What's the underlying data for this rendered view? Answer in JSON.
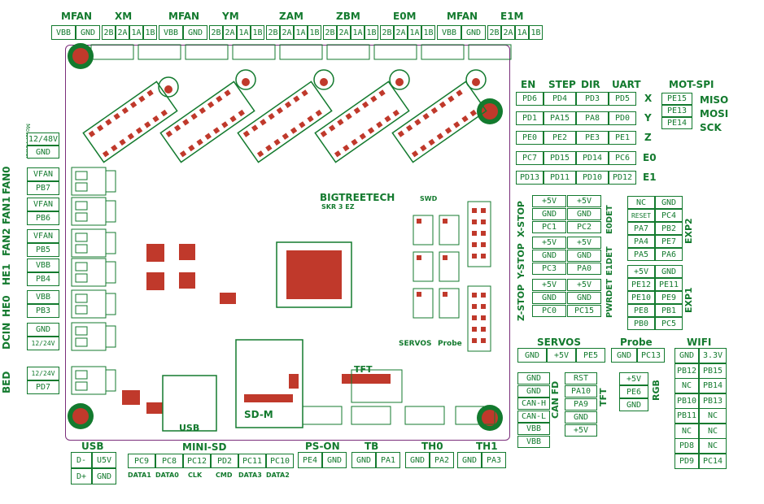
{
  "top_headers": [
    "MFAN",
    "XM",
    "MFAN",
    "YM",
    "ZAM",
    "ZBM",
    "E0M",
    "MFAN",
    "E1M"
  ],
  "top_pins": [
    [
      "VBB",
      "GND"
    ],
    [
      "2B",
      "2A",
      "1A",
      "1B"
    ],
    [
      "VBB",
      "GND"
    ],
    [
      "2B",
      "2A",
      "1A",
      "1B"
    ],
    [
      "2B",
      "2A",
      "1A",
      "1B"
    ],
    [
      "2B",
      "2A",
      "1A",
      "1B"
    ],
    [
      "2B",
      "2A",
      "1A",
      "1B"
    ],
    [
      "VBB",
      "GND"
    ],
    [
      "2B",
      "2A",
      "1A",
      "1B"
    ]
  ],
  "left_header_row": {
    "left_label": "Motor Power",
    "pins": [
      "12/48V",
      "GND"
    ]
  },
  "left_groups": [
    {
      "name": "FAN0",
      "pins": [
        "VFAN",
        "PB7"
      ]
    },
    {
      "name": "FAN1",
      "pins": [
        "VFAN",
        "PB6"
      ]
    },
    {
      "name": "FAN2",
      "pins": [
        "VFAN",
        "PB5"
      ]
    },
    {
      "name": "HE1",
      "pins": [
        "VBB",
        "PB4"
      ]
    },
    {
      "name": "HE0",
      "pins": [
        "VBB",
        "PB3"
      ]
    },
    {
      "name": "DCIN",
      "pins": [
        "GND",
        "12/24V"
      ]
    },
    {
      "name": "BED",
      "pins": [
        "12/24V",
        "PD7"
      ]
    }
  ],
  "driver_table": {
    "headers": [
      "EN",
      "STEP",
      "DIR",
      "UART"
    ],
    "rows": [
      {
        "axis": "X",
        "pins": [
          "PD6",
          "PD4",
          "PD3",
          "PD5"
        ]
      },
      {
        "axis": "Y",
        "pins": [
          "PD1",
          "PA15",
          "PA8",
          "PD0"
        ]
      },
      {
        "axis": "Z",
        "pins": [
          "PE0",
          "PE2",
          "PE3",
          "PE1"
        ]
      },
      {
        "axis": "E0",
        "pins": [
          "PC7",
          "PD15",
          "PD14",
          "PC6"
        ]
      },
      {
        "axis": "E1",
        "pins": [
          "PD13",
          "PD11",
          "PD10",
          "PD12"
        ]
      }
    ]
  },
  "mot_spi": {
    "title": "MOT-SPI",
    "pins": [
      "PE15",
      "PE13",
      "PE14"
    ],
    "labels": [
      "MISO",
      "MOSI",
      "SCK"
    ]
  },
  "endstops": [
    {
      "pins": [
        [
          "+5V",
          "+5V"
        ],
        [
          "GND",
          "GND"
        ],
        [
          "PC1",
          "PC2"
        ]
      ],
      "left_label": "X-STOP",
      "right_label": "E0DET"
    },
    {
      "pins": [
        [
          "+5V",
          "+5V"
        ],
        [
          "GND",
          "GND"
        ],
        [
          "PC3",
          "PA0"
        ]
      ],
      "left_label": "Y-STOP",
      "right_label": "E1DET"
    },
    {
      "pins": [
        [
          "+5V",
          "+5V"
        ],
        [
          "GND",
          "GND"
        ],
        [
          "PC0",
          "PC15"
        ]
      ],
      "left_label": "Z-STOP",
      "right_label": "PWRDET"
    }
  ],
  "exp2": {
    "title": "EXP2",
    "pins": [
      [
        "NC",
        "GND"
      ],
      [
        "RESET",
        "PC4"
      ],
      [
        "PA7",
        "PB2"
      ],
      [
        "PA4",
        "PE7"
      ],
      [
        "PA5",
        "PA6"
      ]
    ]
  },
  "exp1": {
    "title": "EXP1",
    "pins": [
      [
        "+5V",
        "GND"
      ],
      [
        "PE12",
        "PE11"
      ],
      [
        "PE10",
        "PE9"
      ],
      [
        "PE8",
        "PB1"
      ],
      [
        "PB0",
        "PC5"
      ]
    ]
  },
  "servos": {
    "title": "SERVOS",
    "pins": [
      "GND",
      "+5V",
      "PE5"
    ]
  },
  "probe": {
    "title": "Probe",
    "pins": [
      "GND",
      "PC13"
    ]
  },
  "wifi": {
    "title": "WIFI",
    "pins": [
      [
        "GND",
        "3.3V"
      ],
      [
        "PB12",
        "PB15"
      ],
      [
        "NC",
        "PB14"
      ],
      [
        "PB10",
        "PB13"
      ],
      [
        "PB11",
        "NC"
      ],
      [
        "NC",
        "NC"
      ],
      [
        "PD8",
        "NC"
      ],
      [
        "PD9",
        "PC14"
      ]
    ]
  },
  "can": {
    "title": "CAN FD",
    "pins": [
      "GND",
      "GND",
      "CAN-H",
      "CAN-L",
      "VBB",
      "VBB"
    ]
  },
  "tft": {
    "title": "TFT",
    "pins": [
      "RST",
      "PA10",
      "PA9",
      "GND",
      "+5V"
    ]
  },
  "rgb": {
    "title": "RGB",
    "pins": [
      "+5V",
      "PE6",
      "GND"
    ]
  },
  "usb": {
    "title": "USB",
    "pins": [
      [
        "D-",
        "U5V"
      ],
      [
        "D+",
        "GND"
      ]
    ]
  },
  "mini_sd": {
    "title": "MINI-SD",
    "pins": [
      "PC9",
      "PC8",
      "PC12",
      "PD2",
      "PC11",
      "PC10"
    ],
    "sub": [
      "DATA1",
      "DATA0",
      "CLK",
      "CMD",
      "DATA3",
      "DATA2"
    ]
  },
  "ps_on": {
    "title": "PS-ON",
    "pins": [
      "PE4",
      "GND"
    ]
  },
  "tb": {
    "title": "TB",
    "pins": [
      "GND",
      "PA1"
    ]
  },
  "th0": {
    "title": "TH0",
    "pins": [
      "GND",
      "PA2"
    ]
  },
  "th1": {
    "title": "TH1",
    "pins": [
      "GND",
      "PA3"
    ]
  },
  "board": {
    "brand": "BIGTREETECH",
    "model": "SKR 3 EZ",
    "usb_label": "USB",
    "sd_label": "SD-M",
    "tft_label": "TFT",
    "servos_label": "SERVOS",
    "probe_label": "Probe",
    "swd_label": "SWD"
  },
  "colors": {
    "text": "#137a2e",
    "pad": "#c0392b",
    "outline": "#7a2d7a"
  }
}
